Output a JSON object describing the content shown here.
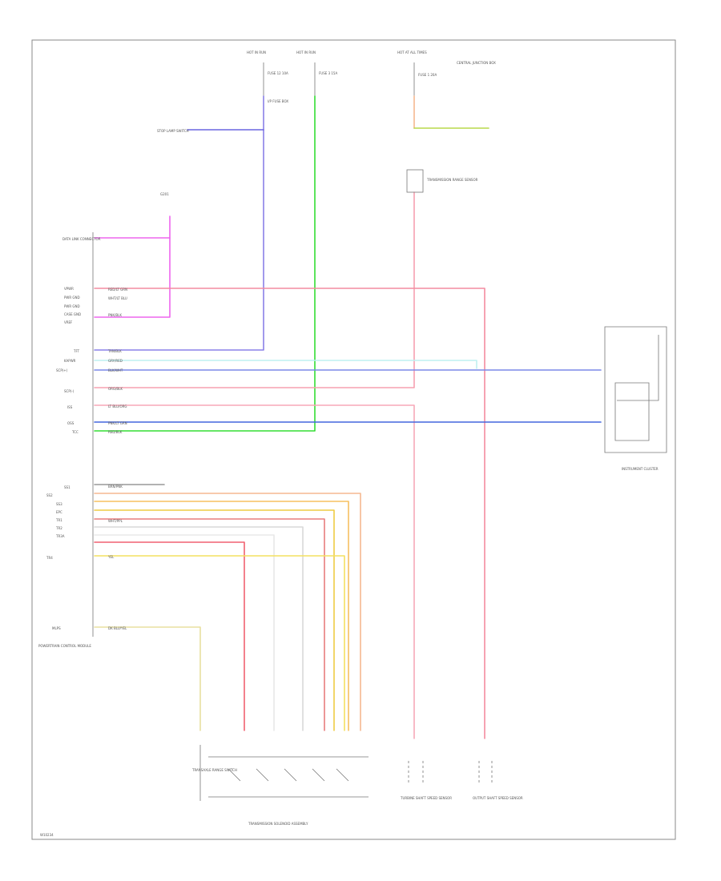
{
  "diagram": {
    "footer_code": "W10234",
    "fuses": {
      "f1": {
        "header": "HOT IN RUN",
        "fuse": "FUSE 12 10A",
        "box": "I/P FUSE BOX"
      },
      "f2": {
        "header": "HOT IN RUN",
        "fuse": "FUSE 3 15A",
        "box": "I/P FUSE BOX"
      },
      "f3": {
        "header": "HOT AT ALL TIMES",
        "fuse": "FUSE 1 20A",
        "box": "CENTRAL JUNCTION BOX"
      }
    },
    "components": {
      "data_link": "DATA LINK CONNECTOR",
      "stop_lamp_switch": "STOP LAMP SWITCH",
      "trans_solenoid": "TRANSMISSION SOLENOID ASSEMBLY",
      "tcm": "POWERTRAIN CONTROL MODULE",
      "trans_range_sensor": "TRANSMISSION RANGE SENSOR",
      "output_speed": "OUTPUT SHAFT SPEED SENSOR",
      "turbine_speed": "TURBINE SHAFT SPEED SENSOR",
      "instrument_cluster": "INSTRUMENT CLUSTER",
      "g201": "G201",
      "transaxle_range": "TRANSAXLE RANGE SWITCH"
    },
    "left_labels": [
      "VPWR",
      "PWR GND",
      "PWR GND",
      "CASE GND",
      "VREF",
      "TFT",
      "KAPWR",
      "SCP(+)",
      "SCP(-)",
      "ISS",
      "OSS",
      "TCC",
      "SS1",
      "SS2",
      "SS3",
      "EPC",
      "TR1",
      "TR2",
      "TR3A",
      "TR4",
      "MLPS"
    ],
    "wire_codes": [
      "RED/LT GRN",
      "WHT/LT BLU",
      "PNK/BLK",
      "TAN/BLK",
      "GRY/RED",
      "BLK/WHT",
      "ORG/BLK",
      "LT BLU/ORG",
      "PNK/LT GRN",
      "RED/BLK",
      "BRN/PNK",
      "YEL",
      "WHT/PPL",
      "DK BLU/YEL"
    ]
  }
}
